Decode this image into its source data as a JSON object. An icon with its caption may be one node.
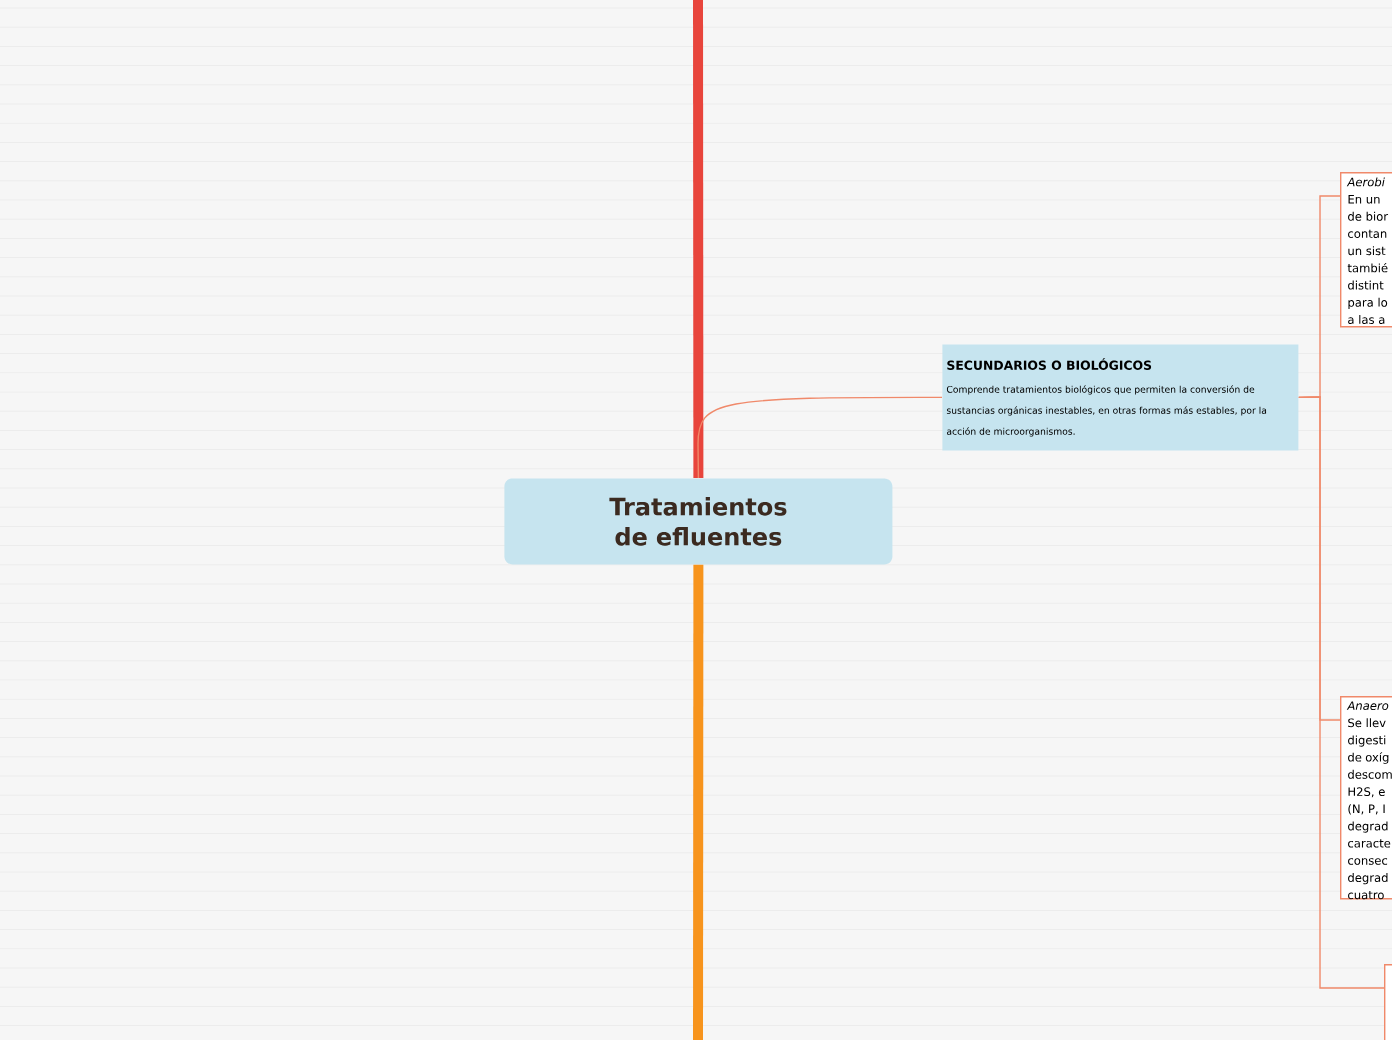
{
  "diagram": {
    "nodes": [
      {
        "text": [
          "Tratamientos de efluentes"
        ]
      },
      {
        "text": [
          "SECUNDARIOS O BIOLÓGICOS",
          "Comprende tratamientos biológicos que permiten la conversión de sustancias orgánicas inestables, en otras formas más estables, por la acción de microorganismos."
        ]
      },
      {
        "text": [
          "Aerobi",
          "En un de bior contan un sist tambié distint para lo a las a"
        ]
      },
      {
        "text": [
          "Anaero",
          "Se llev digesti de oxíg descom H2S, e (N, P, I degrad caracte consec degrad cuatro"
        ]
      },
      {
        "text": [],
        "shape": "box"
      }
    ],
    "edges": [
      {
        "from": 0,
        "to": null,
        "arrow": "none",
        "style": "thick",
        "color": "#e8453c"
      },
      {
        "from": 0,
        "to": null,
        "arrow": "none",
        "style": "thick",
        "color": "#f7941d"
      },
      {
        "from": 0,
        "to": 1,
        "arrow": "none"
      },
      {
        "from": 1,
        "to": 2,
        "arrow": "none"
      },
      {
        "from": 1,
        "to": 3,
        "arrow": "none"
      },
      {
        "from": 1,
        "to": 4,
        "arrow": "none"
      }
    ]
  }
}
